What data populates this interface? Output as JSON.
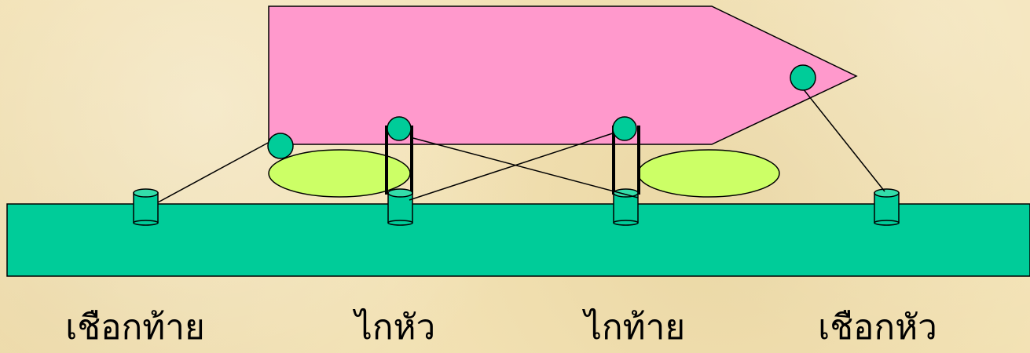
{
  "labels": {
    "stern_line": "เชือกท้าย",
    "head_spring": "ไกหัว",
    "stern_spring": "ไกท้าย",
    "head_line": "เชือกหัว"
  },
  "colors": {
    "ship_hull": "#ff99cc",
    "pier": "#00cc99",
    "fender": "#ccff66",
    "bollard": "#00cc99",
    "cleat": "#00cc99",
    "outline": "#000000"
  }
}
